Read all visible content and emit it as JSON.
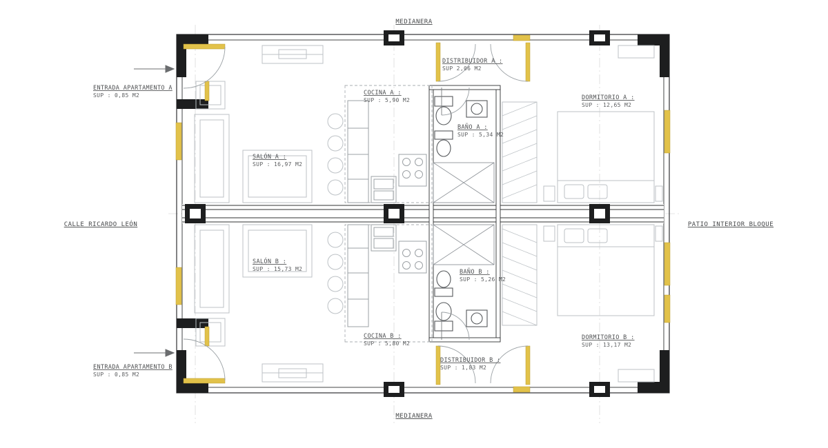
{
  "drawing": {
    "type": "architectural floor plan - two mirrored apartments A and B",
    "medianera_top": "MEDIANERA",
    "medianera_bottom": "MEDIANERA",
    "street_label": "CALLE RICARDO LEÓN",
    "patio_label": "PATIO INTERIOR BLOQUE",
    "entrance_a": {
      "name": "ENTRADA APARTAMENTO A",
      "sup": "SUP : 0,85 M2"
    },
    "entrance_b": {
      "name": "ENTRADA APARTAMENTO B",
      "sup": "SUP : 0,85 M2"
    },
    "rooms": {
      "distribuidor_a": {
        "name": "DISTRIBUIDOR  A :",
        "sup": "SUP   2,06 M2"
      },
      "cocina_a": {
        "name": "COCINA A :",
        "sup": "SUP : 5,90 M2"
      },
      "bano_a": {
        "name": "BAÑO A :",
        "sup": "SUP : 5,34 M2"
      },
      "dormitorio_a": {
        "name": "DORMITORIO A :",
        "sup": "SUP : 12,65 M2"
      },
      "salon_a": {
        "name": "SALÓN A :",
        "sup": "SUP : 16,97 M2"
      },
      "salon_b": {
        "name": "SALÓN B :",
        "sup": "SUP : 15,73 M2"
      },
      "bano_b": {
        "name": "BAÑO B :",
        "sup": "SUP : 5,26 M2"
      },
      "cocina_b": {
        "name": "COCINA B :",
        "sup": "SUP : 5,80 M2"
      },
      "distribuidor_b": {
        "name": "DISTRIBUIDOR  B :",
        "sup": "SUP : 1,83 M2"
      },
      "dormitorio_b": {
        "name": "DORMITORIO B :",
        "sup": "SUP : 13,17 M2"
      }
    },
    "colors": {
      "wall": "#2f3032",
      "line": "#8f9499",
      "furniture": "#bcc1c5",
      "fixture": "#55585b",
      "window_accent": "#e2c24a"
    }
  }
}
